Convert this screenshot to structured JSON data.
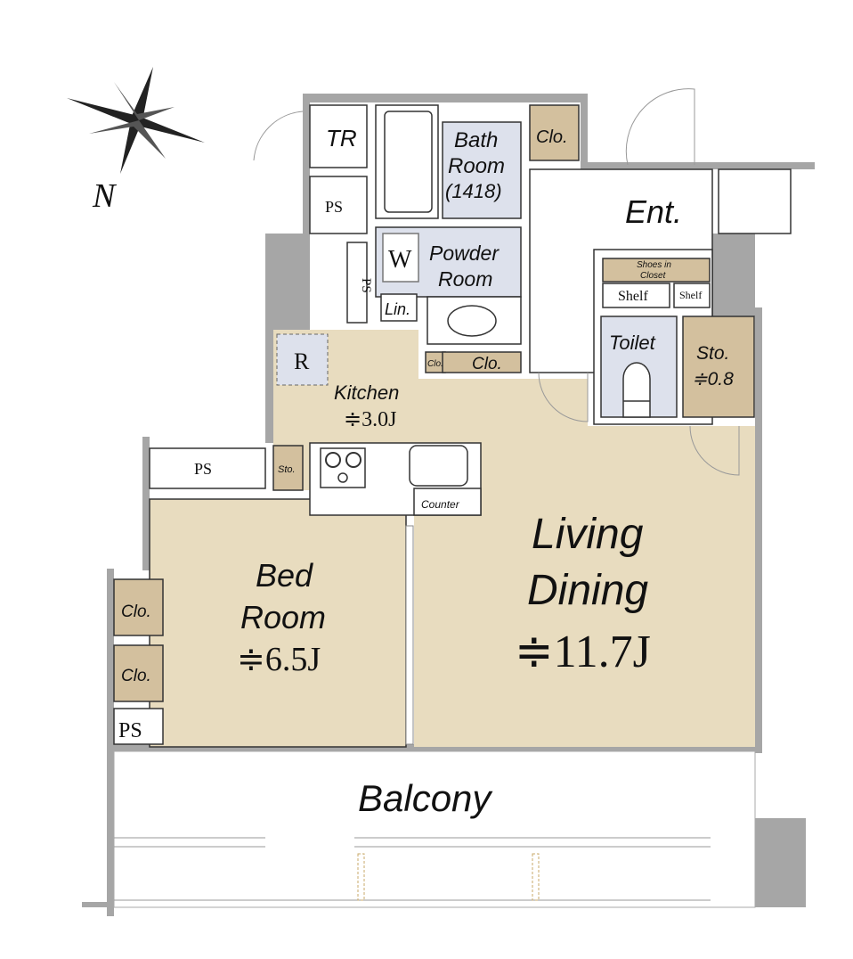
{
  "compass": {
    "north": "N"
  },
  "rooms": {
    "tr": "TR",
    "ps_top": "PS",
    "ps_vertical": "PS",
    "bath": {
      "line1": "Bath",
      "line2": "Room",
      "line3": "(1418)"
    },
    "clo_top": "Clo.",
    "entrance": "Ent.",
    "washer": "W",
    "powder": {
      "line1": "Powder",
      "line2": "Room"
    },
    "linen": "Lin.",
    "clo_small": "Clo.",
    "clo_mid": "Clo.",
    "shoes_closet": {
      "line1": "Shoes in",
      "line2": "Closet"
    },
    "shelf_left": "Shelf",
    "shelf_right": "Shelf",
    "toilet": "Toilet",
    "storage": {
      "line1": "Sto.",
      "line2": "≑0.8"
    },
    "refrigerator": "R",
    "kitchen": {
      "line1": "Kitchen",
      "line2": "≑3.0J"
    },
    "sto_kitchen": "Sto.",
    "ps_left": "PS",
    "counter": "Counter",
    "living": {
      "line1": "Living",
      "line2": "Dining",
      "line3": "≑11.7J"
    },
    "bedroom": {
      "line1": "Bed",
      "line2": "Room",
      "line3": "≑6.5J"
    },
    "clo_bed1": "Clo.",
    "clo_bed2": "Clo.",
    "ps_bed": "PS",
    "balcony": "Balcony"
  },
  "colors": {
    "floor": "#e8dcbf",
    "closet": "#d3c09e",
    "wet": "#dde1ec",
    "wall": "#a6a6a6"
  }
}
